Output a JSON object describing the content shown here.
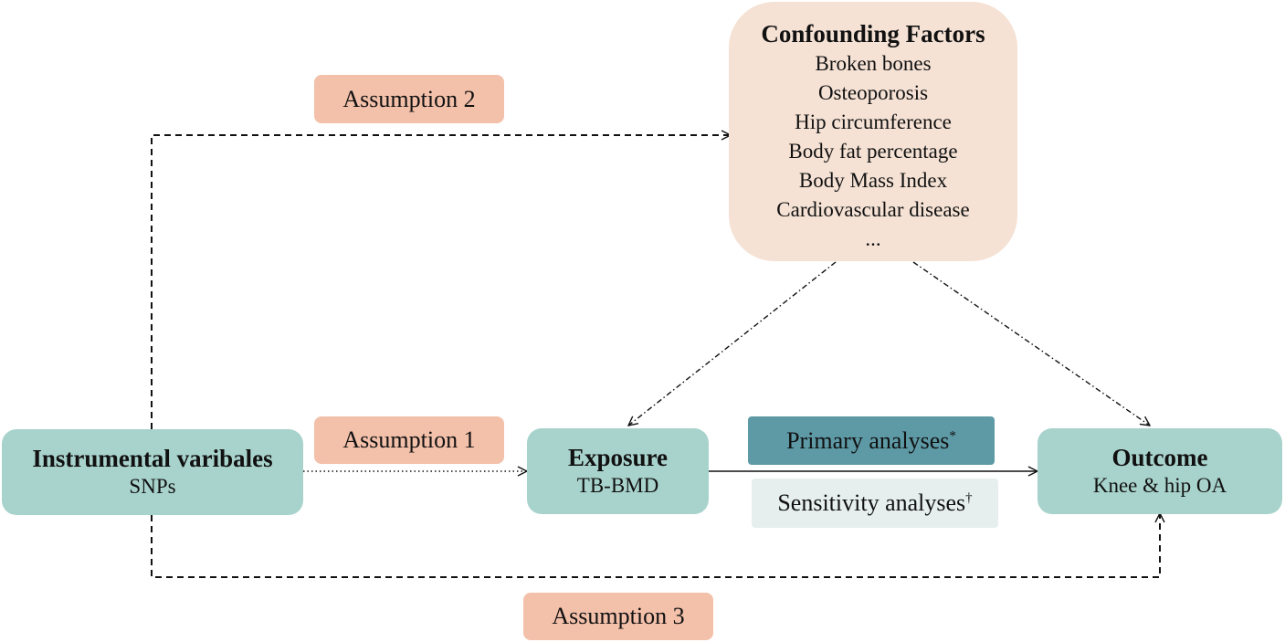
{
  "nodes": {
    "instrument": {
      "title": "Instrumental varibales",
      "subtitle": "SNPs"
    },
    "exposure": {
      "title": "Exposure",
      "subtitle": "TB-BMD"
    },
    "outcome": {
      "title": "Outcome",
      "subtitle": "Knee & hip OA"
    }
  },
  "confounders": {
    "title": "Confounding Factors",
    "items": [
      "Broken bones",
      "Osteoporosis",
      "Hip circumference",
      "Body fat percentage",
      "Body Mass Index",
      "Cardiovascular disease",
      "..."
    ]
  },
  "assumptions": {
    "a1": "Assumption 1",
    "a2": "Assumption 2",
    "a3": "Assumption 3"
  },
  "analyses": {
    "primary": "Primary analyses",
    "primary_mark": "*",
    "sensitivity": "Sensitivity analyses",
    "sensitivity_mark": "†"
  },
  "colors": {
    "node_fill": "#a8d3cc",
    "assumption_fill": "#f3c0aa",
    "confounder_fill": "#f5e2d5",
    "primary_fill": "#5d9aa6",
    "sensitivity_fill": "#e6efee",
    "line": "#111111"
  }
}
